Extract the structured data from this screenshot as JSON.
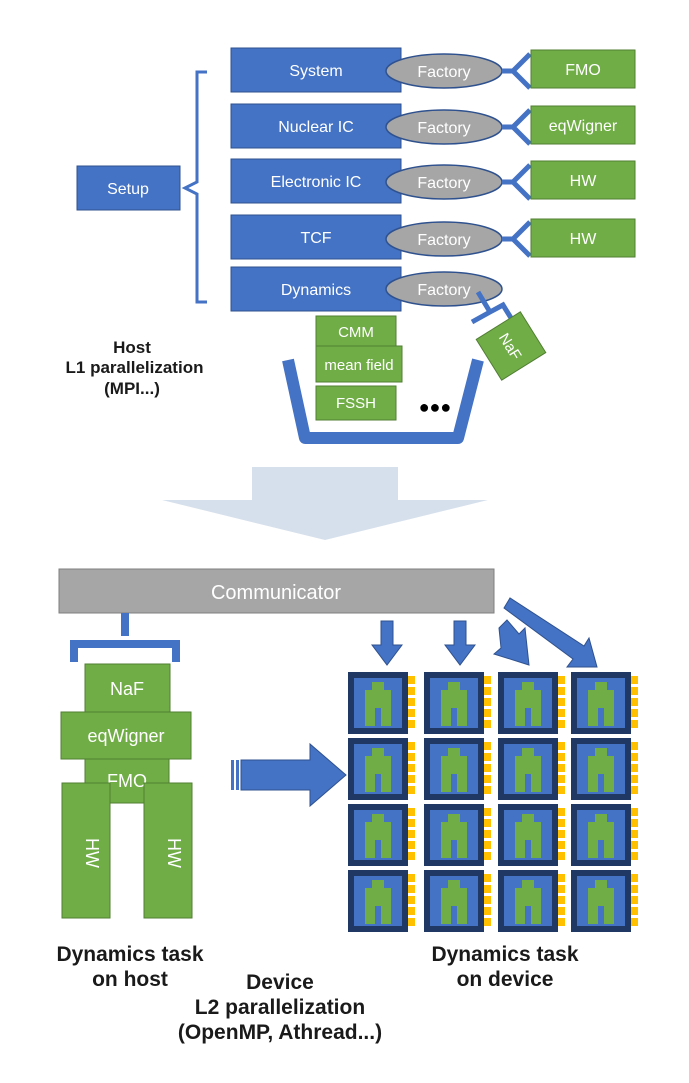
{
  "setup": {
    "root": "Setup",
    "components": [
      {
        "name": "System",
        "factory": "Factory",
        "product": "FMO"
      },
      {
        "name": "Nuclear IC",
        "factory": "Factory",
        "product": "eqWigner"
      },
      {
        "name": "Electronic IC",
        "factory": "Factory",
        "product": "HW"
      },
      {
        "name": "TCF",
        "factory": "Factory",
        "product": "HW"
      },
      {
        "name": "Dynamics",
        "factory": "Factory",
        "product": "NaF"
      }
    ],
    "dynamics_pool": [
      "CMM",
      "mean field",
      "FSSH"
    ],
    "more": "●●●"
  },
  "host_label": [
    "Host",
    "L1 parallelization",
    "(MPI...)"
  ],
  "communicator": "Communicator",
  "host_task": {
    "blocks": [
      "NaF",
      "eqWigner",
      "FMO"
    ],
    "legs": [
      "HW",
      "HW"
    ]
  },
  "labels": {
    "host_task": [
      "Dynamics task",
      "on host"
    ],
    "device": [
      "Device",
      "L2 parallelization",
      "(OpenMP, Athread...)"
    ],
    "device_task": [
      "Dynamics task",
      "on device"
    ]
  },
  "colors": {
    "blue": "#4472c4",
    "green": "#70ad47",
    "gray": "#a6a6a6",
    "arrow_light": "#d6e0ec",
    "chip_dark": "#203864",
    "pin": "#ffc000"
  }
}
